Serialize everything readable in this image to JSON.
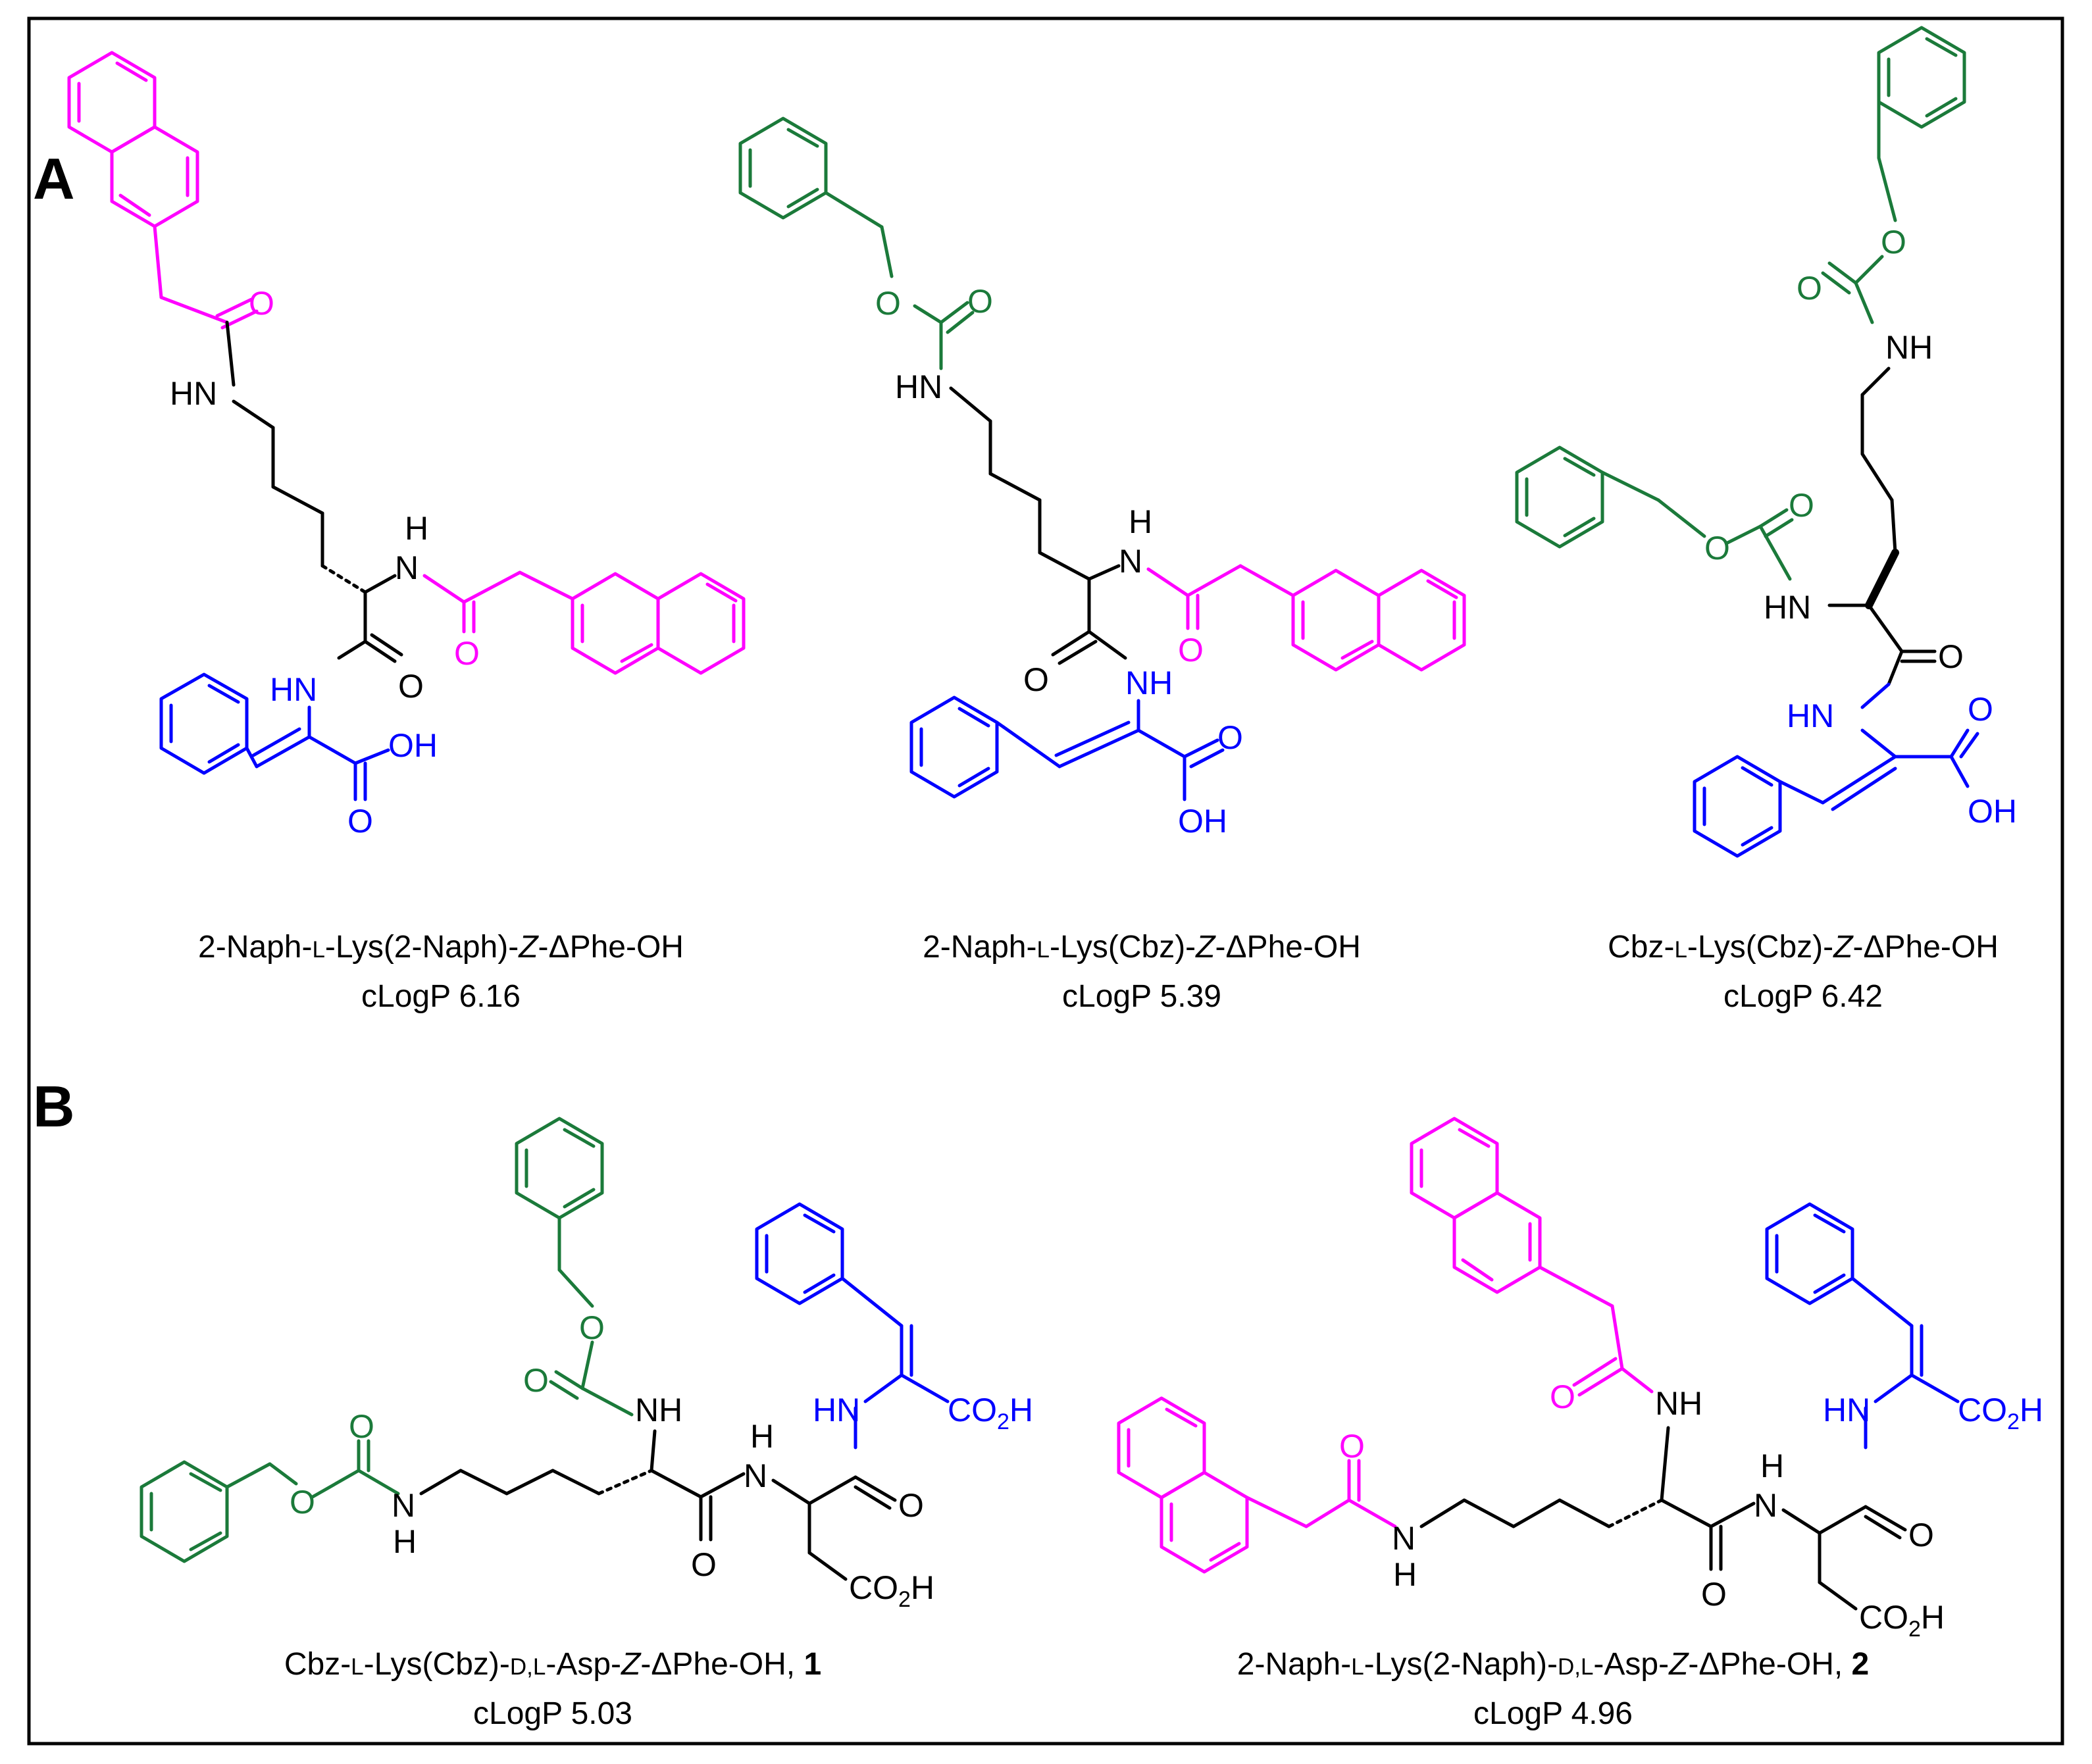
{
  "panels": {
    "a_label": "A",
    "b_label": "B"
  },
  "colors": {
    "naphthyl": "#ff00ff",
    "cbz": "#1b7a3a",
    "dehydrophe": "#0000ff",
    "backbone": "#000000",
    "frame": "#000000"
  },
  "atoms": {
    "O": "O",
    "OH": "OH",
    "HN": "HN",
    "NH": "NH",
    "N": "N",
    "H": "H",
    "CO": "CO",
    "H_co2h": "H",
    "two": "2"
  },
  "compounds_a": [
    {
      "parts": [
        {
          "t": "2-Naph-",
          "s": "n"
        },
        {
          "t": "L",
          "s": "sc"
        },
        {
          "t": "-Lys(2-Naph)-",
          "s": "n"
        },
        {
          "t": "Z",
          "s": "i"
        },
        {
          "t": "-ΔPhe-OH",
          "s": "n"
        }
      ],
      "clogp": "cLogP 6.16"
    },
    {
      "parts": [
        {
          "t": "2-Naph-",
          "s": "n"
        },
        {
          "t": "L",
          "s": "sc"
        },
        {
          "t": "-Lys(Cbz)-",
          "s": "n"
        },
        {
          "t": "Z",
          "s": "i"
        },
        {
          "t": "-ΔPhe-OH",
          "s": "n"
        }
      ],
      "clogp": "cLogP 5.39"
    },
    {
      "parts": [
        {
          "t": "Cbz-",
          "s": "n"
        },
        {
          "t": "L",
          "s": "sc"
        },
        {
          "t": "-Lys(Cbz)-",
          "s": "n"
        },
        {
          "t": "Z",
          "s": "i"
        },
        {
          "t": "-ΔPhe-OH",
          "s": "n"
        }
      ],
      "clogp": "cLogP 6.42"
    }
  ],
  "compounds_b": [
    {
      "parts": [
        {
          "t": "Cbz-",
          "s": "n"
        },
        {
          "t": "L",
          "s": "sc"
        },
        {
          "t": "-Lys(Cbz)-",
          "s": "n"
        },
        {
          "t": "D,L",
          "s": "sc"
        },
        {
          "t": "-Asp-",
          "s": "n"
        },
        {
          "t": "Z",
          "s": "i"
        },
        {
          "t": "-ΔPhe-OH, ",
          "s": "n"
        },
        {
          "t": "1",
          "s": "b"
        }
      ],
      "clogp": "cLogP 5.03"
    },
    {
      "parts": [
        {
          "t": "2-Naph-",
          "s": "n"
        },
        {
          "t": "L",
          "s": "sc"
        },
        {
          "t": "-Lys(2-Naph)-",
          "s": "n"
        },
        {
          "t": "D,L",
          "s": "sc"
        },
        {
          "t": "-Asp-",
          "s": "n"
        },
        {
          "t": "Z",
          "s": "i"
        },
        {
          "t": "-ΔPhe-OH, ",
          "s": "n"
        },
        {
          "t": "2",
          "s": "b"
        }
      ],
      "clogp": "cLogP 4.96"
    }
  ]
}
